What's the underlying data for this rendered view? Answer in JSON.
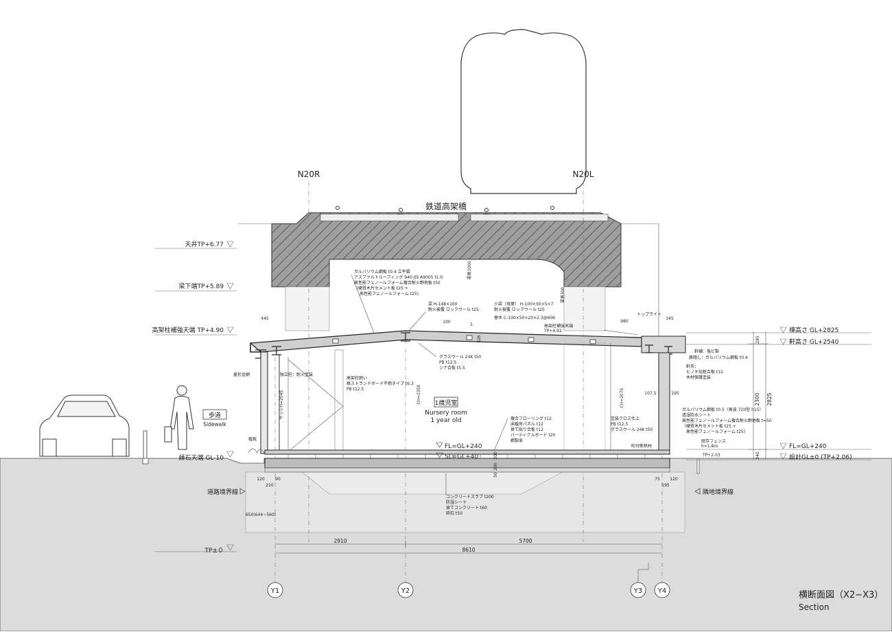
{
  "title": {
    "jp": "横断面図（X2−X3）",
    "en": "Section"
  },
  "bridge_label": "鉄道高架橋",
  "column_labels": [
    "N20R",
    "N20L"
  ],
  "grid_labels": [
    "Y1",
    "Y2",
    "Y3",
    "Y4"
  ],
  "levels_left": [
    "天井TP+6.77",
    "梁下端TP+5.89",
    "高架柱補強天端 TP+4.90",
    "縁石天端 GL-10",
    "TP±０"
  ],
  "levels_right": [
    "棟高さ GL+2825",
    "軒高さ GL+2540",
    "FL=GL+240",
    "設計GL±0 (TP+2.06)"
  ],
  "room": {
    "jp": "1歳児室",
    "en1": "Nursery room",
    "en2": "1 year old",
    "ch": "CH=2350",
    "fl": "FL=GL+240",
    "sl": "SL=GL+40"
  },
  "sidewalk": {
    "jp": "歩道",
    "en": "Sidewalk"
  },
  "boundaries": {
    "road": "道路境界線",
    "neighbor": "隣地境界線"
  },
  "roof_notes": [
    "ガルバリウム鋼板  t0.4 立平葺",
    "アスファルトルーフィング 940 JIS A9005  t1.0",
    "高性能フェノールフォーム複合耐火野地板  t50",
    "（硬質木片セメント板  t25 +",
    "高性能フェノールフォーム  t25)"
  ],
  "beam_notes": [
    "梁 H-148×100",
    "耐火被覆 ロックウール  t25"
  ],
  "subbeam_notes": [
    "小梁（母屋） H-100×50×5×7",
    "耐火被覆 ロックウール  t25"
  ],
  "furring_note": "垂木 C-100×50×20×2.3@606",
  "column_top_note": [
    "高架柱補強天端",
    "TP+4.92"
  ],
  "ceiling_notes": [
    "グラスウール 24K t50",
    "PB t12.5",
    "シナ合板 t5.5"
  ],
  "column_wrap_notes": [
    "高架柱囲い",
    "格ストランドボード不燃タイプ  t6.3",
    "PB t12.5"
  ],
  "left_wall_notes": [
    "菱形金網",
    "独立柱：耐火塗装",
    "植栽"
  ],
  "sash_label": "サッシH=2045",
  "floor_notes": [
    "複合フローリング  t12",
    "床暖房パネル  t12",
    "捨て貼り合板  t12",
    "パーティクルボード  t20",
    "鋼製束"
  ],
  "slab_notes": [
    "コンクリートスラブ  t200",
    "防湿シート",
    "捨てコンクリート  t60",
    "砕石  t50"
  ],
  "right_notes": {
    "toplight": "トップライト",
    "gutter": [
      "軒樋：塩ビ製",
      "鼻隠し：ガルバリウム鋼板  t0.4"
    ],
    "soffit": [
      "軒天：",
      "ヒノキ化粧合板  t12",
      "木材保護塗装"
    ],
    "wall": [
      "ガルバリウム鋼板  t0.5（角波 720型  h15）",
      "透湿防水シート",
      "高性能フェノールフォーム複合耐火野地板  t=50",
      "（硬質木片セメント板  t25 +",
      "高性能フェノールフォーム  t25)"
    ],
    "interior": [
      "塗装クロス仕上",
      "PB t12.5",
      "グラスウール 24K t50"
    ],
    "ch": "CH=2075",
    "insulation": "吹付断熱材",
    "fence": [
      "既存フェンス",
      "h=1.8m"
    ],
    "tp": "TP+2.03"
  },
  "dims": {
    "bottom_a": "2910",
    "bottom_b": "5700",
    "bottom_total": "8610",
    "eave_left": "445",
    "eave_right": "345",
    "toplight_w": "980",
    "height_total": "2825",
    "height_a": "2300",
    "height_top": "285",
    "height_base": "240",
    "right_small_a": "107.5",
    "right_small_b": "195",
    "left_small_a": "120",
    "left_small_b": "90",
    "left_small_c": "210",
    "footing": "650(644~560)",
    "right_small_c": "75",
    "right_small_d": "120",
    "right_small_e": "195",
    "beam_depth": "梁高1000",
    "beam_hp": "梁高300",
    "gap_100": "100",
    "gap_5": "5",
    "rise_326": "326",
    "slab_200a": "200",
    "slab_200b": "200",
    "slab_50": "50"
  }
}
